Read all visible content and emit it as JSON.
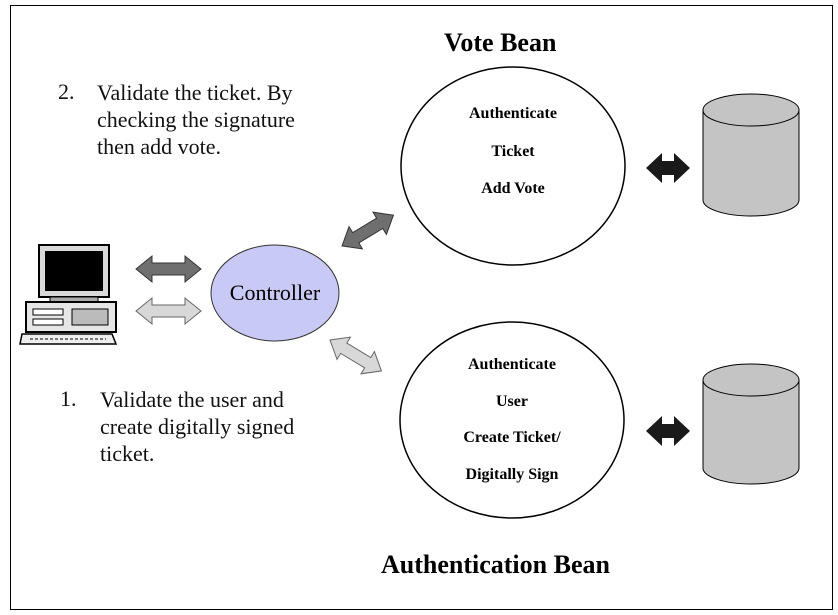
{
  "vote_bean": {
    "title": "Vote Bean",
    "lines": [
      "Authenticate",
      "Ticket",
      "Add Vote"
    ]
  },
  "auth_bean": {
    "title": "Authentication Bean",
    "lines": [
      "Authenticate",
      "User",
      "Create Ticket/",
      "Digitally Sign"
    ]
  },
  "controller": {
    "label": "Controller"
  },
  "steps": [
    {
      "number": "2.",
      "lines": [
        "Validate the ticket. By",
        "checking the signature",
        "then add vote."
      ]
    },
    {
      "number": "1.",
      "lines": [
        "Validate the user and",
        "create digitally signed",
        "ticket."
      ]
    }
  ],
  "colors": {
    "controller_fill": "#c9c9f5",
    "database_fill": "#c4c4c4",
    "arrow_dark": "#6f6f6f",
    "arrow_light": "#d8d8d8",
    "arrow_black": "#1a1a1a"
  },
  "icons": {
    "computer": "desktop-computer-icon",
    "database": "database-cylinder-icon"
  }
}
